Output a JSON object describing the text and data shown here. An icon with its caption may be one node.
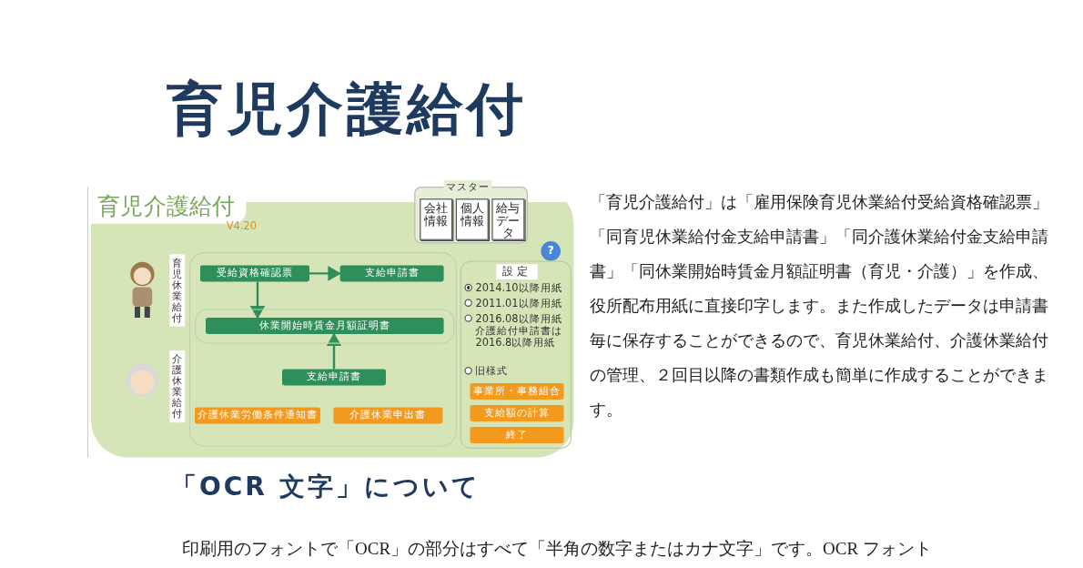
{
  "diagram": {
    "title": "育児介護給付",
    "nodes": [
      {
        "text": [
          "育児介護給付",
          "V4.20"
        ]
      },
      {
        "text": [
          "マスター"
        ],
        "in": 0
      },
      {
        "text": [
          "会社情報"
        ],
        "in": 1
      },
      {
        "text": [
          "個人情報"
        ],
        "in": 1
      },
      {
        "text": [
          "給与データ"
        ],
        "in": 1
      },
      {
        "text": [
          "?"
        ],
        "in": 0
      },
      {
        "text": [
          "育児休業給付"
        ],
        "in": 0
      },
      {
        "text": [
          "受給資格確認票"
        ],
        "in": 0
      },
      {
        "text": [
          "支給申請書"
        ],
        "in": 0
      },
      {
        "text": [
          "休業開始時賃金月額証明書"
        ],
        "in": 0
      },
      {
        "text": [
          "介護休業給付"
        ],
        "in": 0
      },
      {
        "text": [
          "支給申請書"
        ],
        "in": 0
      },
      {
        "text": [
          "介護休業労働条件通知書"
        ],
        "in": 0
      },
      {
        "text": [
          "介護休業申出書"
        ],
        "in": 0
      },
      {
        "text": [
          "設定"
        ],
        "in": 0
      },
      {
        "text": [
          "2014.10以降用紙"
        ],
        "in": 14
      },
      {
        "text": [
          "2011.01以降用紙"
        ],
        "in": 14
      },
      {
        "text": [
          "2016.08以降用紙介護給付申請書は2016.8以降用紙"
        ],
        "in": 14
      },
      {
        "text": [
          "旧様式"
        ],
        "in": 14
      },
      {
        "text": [
          "事業所・事務組合"
        ],
        "in": 14
      },
      {
        "text": [
          "支給額の計算"
        ],
        "in": 14
      },
      {
        "text": [
          "終了"
        ],
        "in": 14
      }
    ],
    "edges": [
      {
        "from": 7,
        "to": 8,
        "arrow": "to"
      },
      {
        "from": 7,
        "to": 9,
        "arrow": "to"
      },
      {
        "from": 11,
        "to": 9,
        "arrow": "to"
      }
    ],
    "labels": [
      "「育児介護給付」は「雇用保険育児休業給付受給資格確認票」「同育児休業給付金支給申請書」「同介護休業給付金支給申請書」「同休業開始時賃金月額証明書（育児・介護）」を作成、役所配布用紙に直接印字します。また作成したデータは申請書毎に保存することができるので、育児休業給付、介護休業給付の管理、２回目以降の書類作成も簡単に作成することができます。",
      "「OCR 文字」について",
      "印刷用のフォントで「OCR」の部分はすべて「半角の数字またはカナ文字」です。OCR フォント"
    ]
  }
}
